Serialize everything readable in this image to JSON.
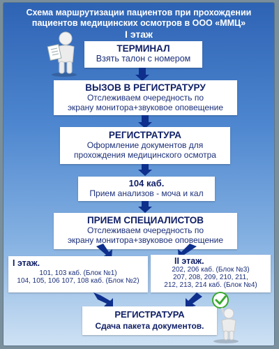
{
  "title_line1": "Схема маршрутизации пациентов при прохождении",
  "title_line2": "пациентов медицинских осмотров в ООО «ММЦ»",
  "floor_label": "I этаж",
  "steps": [
    {
      "heading": "ТЕРМИНАЛ",
      "text": "Взять талон с номером"
    },
    {
      "heading": "ВЫЗОВ В РЕГИСТРАТУРУ",
      "text1": "Отслеживаем очередность по",
      "text2": "экрану монитора+звуковое оповещение"
    },
    {
      "heading": "РЕГИСТРАТУРА",
      "text1": "Оформление документов для",
      "text2": "прохождения медицинского осмотра"
    },
    {
      "heading": "104 каб.",
      "text": "Прием анализов - моча и кал"
    },
    {
      "heading": "ПРИЕМ СПЕЦИАЛИСТОВ",
      "text1": "Отслеживаем очередность по",
      "text2": "экрану монитора+звуковое оповещение"
    }
  ],
  "floor1_box": {
    "heading": "I этаж.",
    "line1": "101, 103 каб. (Блок №1)",
    "line2": "104, 105, 106 107, 108 каб. (Блок №2)"
  },
  "floor2_box": {
    "heading": "II этаж.",
    "line1": "202,  206 каб. (Блок №3)",
    "line2": "207, 208, 209, 210, 211,",
    "line3": "212, 213, 214 каб. (Блок №4)"
  },
  "final_step": {
    "heading": "РЕГИСТРАТУРА",
    "text": "Сдача пакета документов."
  },
  "colors": {
    "arrow": "#0e2f8c",
    "heading": "#0f1f66",
    "text": "#1b2f7a",
    "check": "#3aa82f"
  },
  "icons": [
    "person-with-clipboard-icon",
    "person-with-checkmark-icon"
  ]
}
